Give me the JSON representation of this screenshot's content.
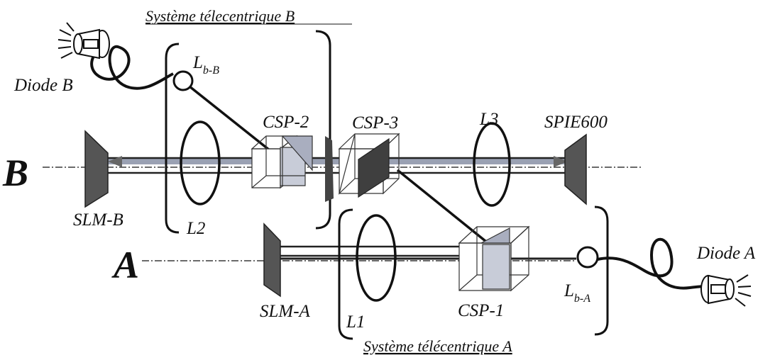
{
  "titles": {
    "telecentric_b": "Système télecentrique B",
    "telecentric_a": "Système télécentrique A"
  },
  "axes": {
    "b": "B",
    "a": "A"
  },
  "labels": {
    "diode_b": "Diode B",
    "diode_a": "Diode A",
    "lb_b_main": "L",
    "lb_b_sub": "b-B",
    "lb_a_main": "L",
    "lb_a_sub": "b-A",
    "csp2": "CSP-2",
    "csp3": "CSP-3",
    "csp1": "CSP-1",
    "l3": "L3",
    "l2": "L2",
    "l1": "L1",
    "spie600": "SPIE600",
    "slm_b": "SLM-B",
    "slm_a": "SLM-A"
  },
  "colors": {
    "ink": "#111111",
    "slm_fill": "#555555",
    "cube_face": "#c8ccd8",
    "beam_b": "#8e96a8"
  }
}
